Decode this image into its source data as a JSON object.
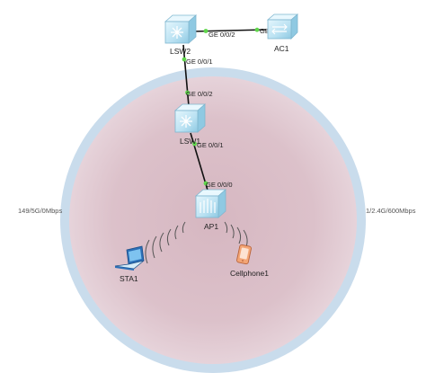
{
  "coverage": {
    "left_label": "149/5G/0Mbps",
    "right_label": "1/2.4G/600Mbps"
  },
  "devices": {
    "lsw2": "LSW2",
    "ac1": "AC1",
    "lsw1": "LSW1",
    "ap1": "AP1",
    "sta1": "STA1",
    "cellphone1": "Cellphone1"
  },
  "links": {
    "lsw2_ac1": {
      "from_port": "GE 0/0/2",
      "to_port": "GE 0/0/1"
    },
    "lsw2_lsw1": {
      "from_port": "GE 0/0/1",
      "to_port": "GE 0/0/2"
    },
    "lsw1_ap1": {
      "from_port": "GE 0/0/1",
      "to_port": "GE 0/0/0"
    }
  },
  "colors": {
    "outer_ring": "#c9dcec",
    "coverage_fill": "#dcc1ca",
    "device": "#bfe3f3",
    "link": "#111111",
    "port_dot": "#5fd64b",
    "cellphone": "#f0a070"
  }
}
